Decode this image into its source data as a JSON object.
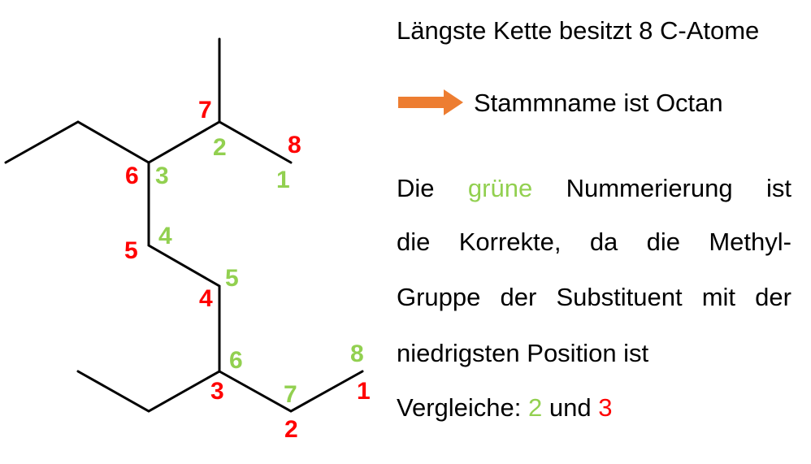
{
  "colors": {
    "green": "#92d050",
    "red": "#ff0000",
    "arrow": "#ed7d31",
    "bond": "#000000"
  },
  "text": {
    "title": "Längste Kette besitzt 8 C-Atome",
    "stammname": "Stammname ist Octan",
    "p1": [
      "Die",
      "grüne",
      "Nummerierung",
      "ist"
    ],
    "p2": [
      "die",
      "Korrekte,",
      "da",
      "die",
      "Methyl-"
    ],
    "p3": [
      "Gruppe",
      "der",
      "Substituent",
      "mit",
      "der"
    ],
    "p4": "niedrigsten Position ist",
    "p5": {
      "prefix": "Vergleiche:",
      "green": "2",
      "middle": "und",
      "red": "3"
    }
  },
  "numbering": {
    "green": [
      "1",
      "2",
      "3",
      "4",
      "5",
      "6",
      "7",
      "8"
    ],
    "red": [
      "1",
      "2",
      "3",
      "4",
      "5",
      "6",
      "7",
      "8"
    ]
  }
}
